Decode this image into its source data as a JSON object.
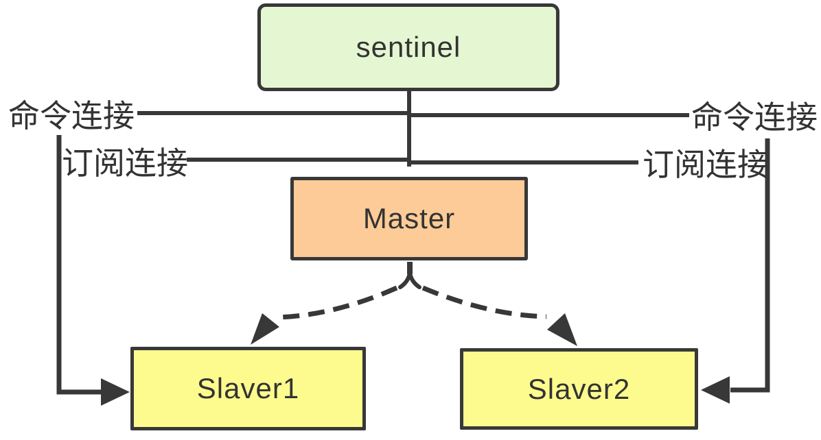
{
  "diagram": {
    "description": "Redis sentinel monitoring topology",
    "nodes": {
      "sentinel": {
        "label": "sentinel",
        "fill": "#e5f6d3"
      },
      "master": {
        "label": "Master",
        "fill": "#fccb97"
      },
      "slaver1": {
        "label": "Slaver1",
        "fill": "#fdfb8e"
      },
      "slaver2": {
        "label": "Slaver2",
        "fill": "#fdfb8e"
      }
    },
    "labels": {
      "command_left": "命令连接",
      "subscribe_left": "订阅连接",
      "command_right": "命令连接",
      "subscribe_right": "订阅连接"
    },
    "colors": {
      "background": "#ffffff",
      "line": "#383838",
      "text": "#333333",
      "sentinel_fill": "#e5f6d3",
      "master_fill": "#fccb97",
      "slaver_fill": "#fdfb8e"
    },
    "edges": [
      "sentinel - master (vertical link crossing command/subscribe lines)",
      "sentinel command connection to slaver1 (left elbow arrow)",
      "sentinel command connection to slaver2 (right elbow arrow)",
      "master to slaver1 (dashed curved arrow)",
      "master to slaver2 (dashed curved arrow)"
    ]
  }
}
